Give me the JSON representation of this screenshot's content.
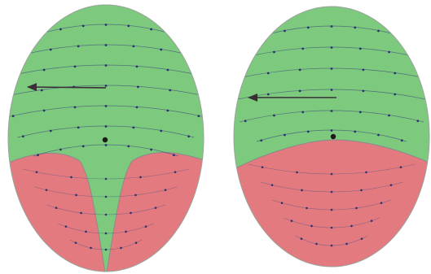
{
  "figure": {
    "background": "#ffffff",
    "colors": {
      "upper_region": "#7dc97e",
      "lower_region": "#e27a80",
      "boundary": "#8a8a8a",
      "flow_line": "#3f4a7a",
      "flow_marker": "#2a3170",
      "large_arrow": "#3a2f35",
      "center_point": "#1a1a1a"
    },
    "panels": [
      {
        "id": "left",
        "lower_region_shape": "cusp toward bottom pole",
        "large_arrow_direction": "left"
      },
      {
        "id": "right",
        "lower_region_shape": "smooth band",
        "large_arrow_direction": "left"
      }
    ]
  }
}
